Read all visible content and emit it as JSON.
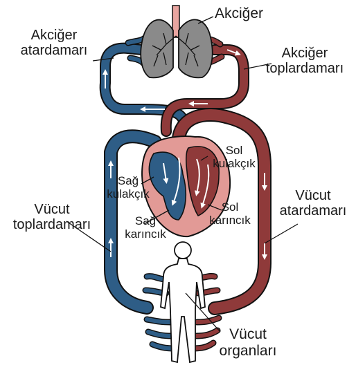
{
  "labels": {
    "lungs": "Akciğer",
    "pulmonary_artery": [
      "Akciğer",
      "atardamarı"
    ],
    "pulmonary_vein": [
      "Akciğer",
      "toplardamarı"
    ],
    "left_atrium": [
      "Sol",
      "kulakçık"
    ],
    "right_atrium": [
      "Sağ",
      "kulakçık"
    ],
    "left_ventricle": [
      "Sol",
      "karıncık"
    ],
    "right_ventricle": [
      "Sağ",
      "karıncık"
    ],
    "body_vein": [
      "Vücut",
      "toplardamarı"
    ],
    "body_artery": [
      "Vücut",
      "atardamarı"
    ],
    "body_organs": [
      "Vücut",
      "organları"
    ]
  },
  "colors": {
    "oxygen_poor": "#2e5d86",
    "oxygen_rich": "#8f3a3a",
    "lung": "#8a8a8a",
    "heart_outer": "#e29a96",
    "body": "#ffffff",
    "outline": "#111111",
    "arrow": "#ffffff"
  }
}
